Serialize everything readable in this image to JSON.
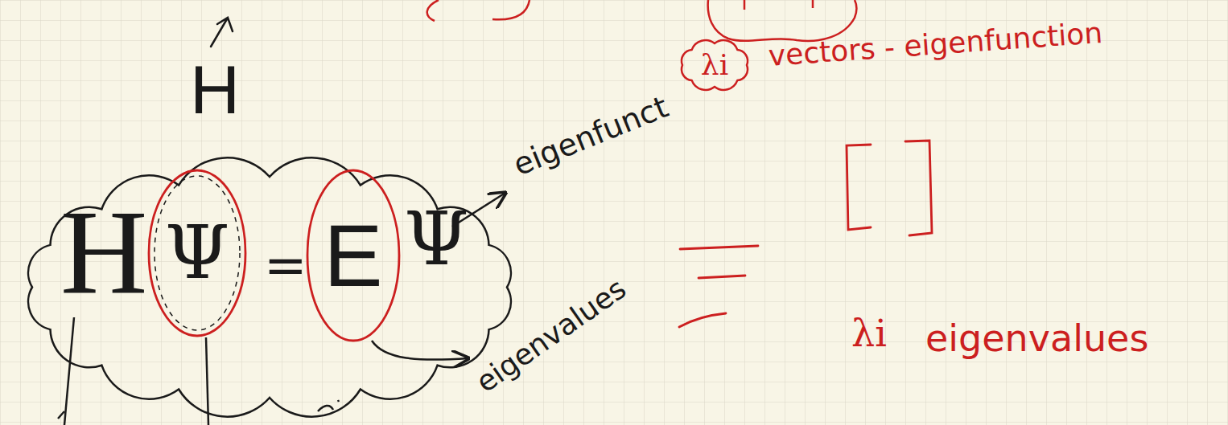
{
  "diagram": {
    "nodes": [
      {
        "text": [
          "H",
          "=",
          "Ψ"
        ]
      },
      {
        "text": [
          "Ψ"
        ],
        "in": 0
      },
      {
        "text": [
          "E"
        ],
        "in": 0
      },
      {
        "text": [
          "λi"
        ]
      }
    ],
    "labels": [
      "H",
      "eigenfunct",
      "eigenvalues",
      "vectors - eigenfunction",
      "λi",
      "eigenvalues"
    ]
  }
}
